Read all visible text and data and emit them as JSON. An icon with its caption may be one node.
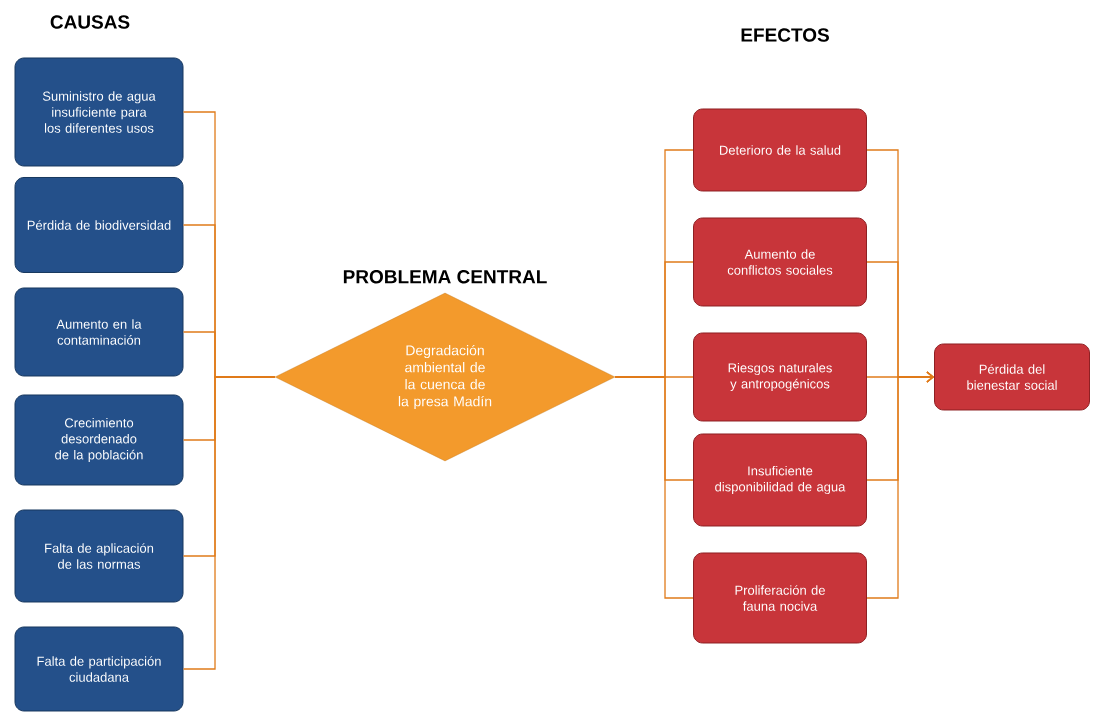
{
  "diagram": {
    "nodes": [
      {
        "text": [
          "Suministro de agua insuficiente para los diferentes usos"
        ]
      },
      {
        "text": [
          "Pérdida de biodiversidad"
        ]
      },
      {
        "text": [
          "Aumento en la contaminación"
        ]
      },
      {
        "text": [
          "Crecimiento desordenado de la población"
        ]
      },
      {
        "text": [
          "Falta de aplicación de las normas"
        ]
      },
      {
        "text": [
          "Falta de participación ciudadana"
        ]
      },
      {
        "text": [
          "PROBLEMA CENTRAL",
          "Degradación ambiental de la cuenca de la presa Madín"
        ]
      },
      {
        "text": [
          "Deterioro de la salud"
        ]
      },
      {
        "text": [
          "Aumento de conflictos sociales"
        ]
      },
      {
        "text": [
          "Riesgos naturales y antropogénicos"
        ]
      },
      {
        "text": [
          "Insuficiente disponibilidad de agua"
        ]
      },
      {
        "text": [
          "Proliferación de fauna nociva"
        ]
      },
      {
        "text": [
          "Pérdida del bienestar social"
        ]
      }
    ],
    "edges": [
      {
        "from": 0,
        "to": 6,
        "arrow": "none"
      },
      {
        "from": 1,
        "to": 6,
        "arrow": "none"
      },
      {
        "from": 2,
        "to": 6,
        "arrow": "none"
      },
      {
        "from": 3,
        "to": 6,
        "arrow": "none"
      },
      {
        "from": 4,
        "to": 6,
        "arrow": "none"
      },
      {
        "from": 5,
        "to": 6,
        "arrow": "none"
      },
      {
        "from": 6,
        "to": 7,
        "arrow": "none"
      },
      {
        "from": 6,
        "to": 8,
        "arrow": "none"
      },
      {
        "from": 6,
        "to": 9,
        "arrow": "none"
      },
      {
        "from": 6,
        "to": 10,
        "arrow": "none"
      },
      {
        "from": 6,
        "to": 11,
        "arrow": "none"
      },
      {
        "from": 7,
        "to": 12,
        "arrow": "to"
      },
      {
        "from": 8,
        "to": 12,
        "arrow": "to"
      },
      {
        "from": 9,
        "to": 12,
        "arrow": "to"
      },
      {
        "from": 10,
        "to": 12,
        "arrow": "to"
      },
      {
        "from": 11,
        "to": 12,
        "arrow": "to"
      }
    ],
    "labels": [
      "CAUSAS",
      "EFECTOS"
    ]
  }
}
